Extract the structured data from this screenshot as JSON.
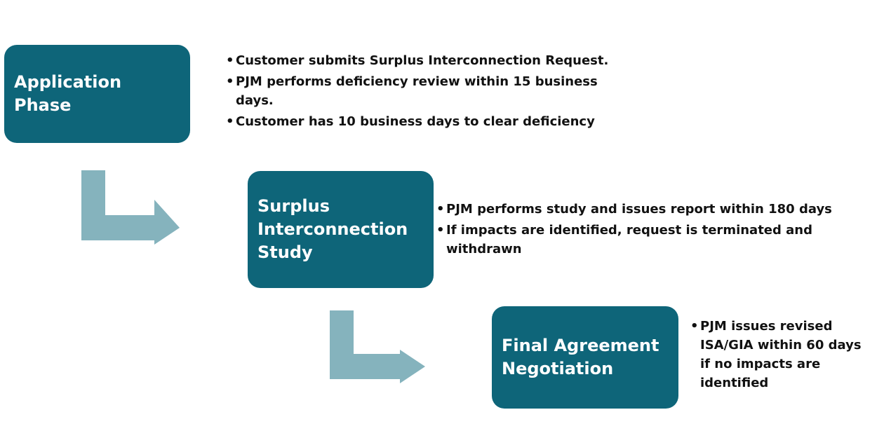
{
  "phases": [
    {
      "title": "Application\nPhase",
      "bullets": [
        "Customer submits Surplus Interconnection Request.",
        "PJM performs deficiency review within 15 business days.",
        "Customer has 10 business days to clear deficiency"
      ]
    },
    {
      "title": "Surplus\nInterconnection\nStudy",
      "bullets": [
        "PJM performs study and issues report within 180 days",
        "If impacts are identified, request is terminated and withdrawn"
      ]
    },
    {
      "title": "Final Agreement\nNegotiation",
      "bullets": [
        "PJM issues revised ISA/GIA within 60 days if no impacts are identified"
      ]
    }
  ],
  "colors": {
    "box": "#0e6579",
    "arrow": "#85b3bd",
    "text": "#111111"
  }
}
